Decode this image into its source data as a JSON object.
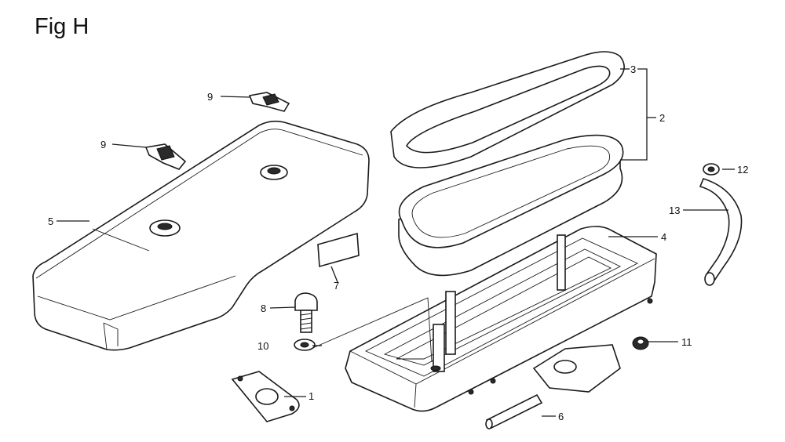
{
  "figure": {
    "title": "Fig H"
  },
  "callouts": [
    {
      "id": "c1",
      "label": "1"
    },
    {
      "id": "c2",
      "label": "2"
    },
    {
      "id": "c3",
      "label": "3"
    },
    {
      "id": "c4",
      "label": "4"
    },
    {
      "id": "c5",
      "label": "5"
    },
    {
      "id": "c6",
      "label": "6"
    },
    {
      "id": "c7",
      "label": "7"
    },
    {
      "id": "c8",
      "label": "8"
    },
    {
      "id": "c9a",
      "label": "9"
    },
    {
      "id": "c9b",
      "label": "9"
    },
    {
      "id": "c10",
      "label": "10"
    },
    {
      "id": "c11",
      "label": "11"
    },
    {
      "id": "c12",
      "label": "12"
    },
    {
      "id": "c13",
      "label": "13"
    }
  ]
}
